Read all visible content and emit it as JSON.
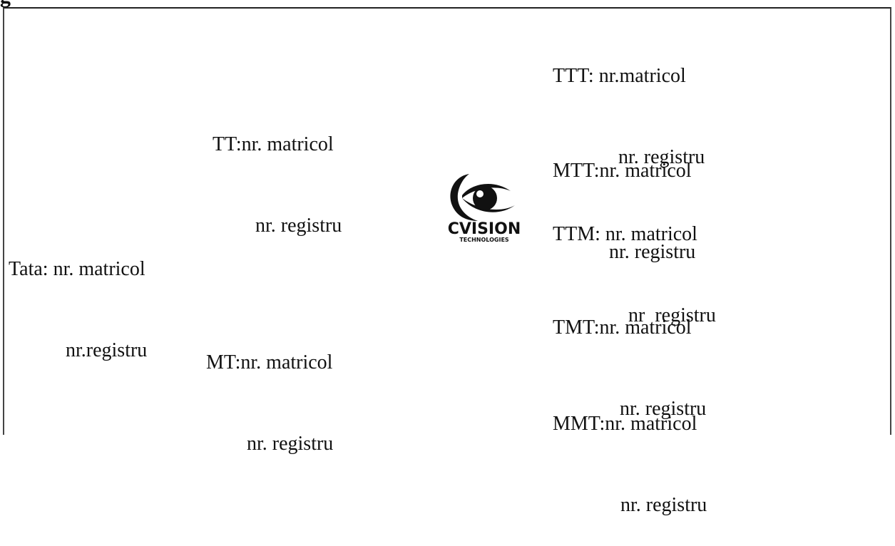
{
  "top_fragment": "g",
  "entries": {
    "ttt": {
      "line1": "TTT: nr.matricol",
      "line2": "nr. registru"
    },
    "tt": {
      "line1": "TT:nr. matricol",
      "line2": "nr. registru"
    },
    "mtt": {
      "line1": "MTT:nr. matricol",
      "line2": "nr. registru"
    },
    "ttm": {
      "line1": "TTM: nr. matricol",
      "line2": "nr  registru"
    },
    "tata": {
      "line1": "Tata: nr. matricol",
      "line2": "nr.registru"
    },
    "tmt": {
      "line1": "TMT:nr. matricol",
      "line2": "nr. registru"
    },
    "mt": {
      "line1": "MT:nr. matricol",
      "line2": "nr. registru"
    },
    "mmt": {
      "line1": "MMT:nr. matricol",
      "line2": "nr. registru"
    }
  },
  "logo": {
    "icon": "eye-icon",
    "name": "CVISION",
    "tagline": "TECHNOLOGIES"
  }
}
